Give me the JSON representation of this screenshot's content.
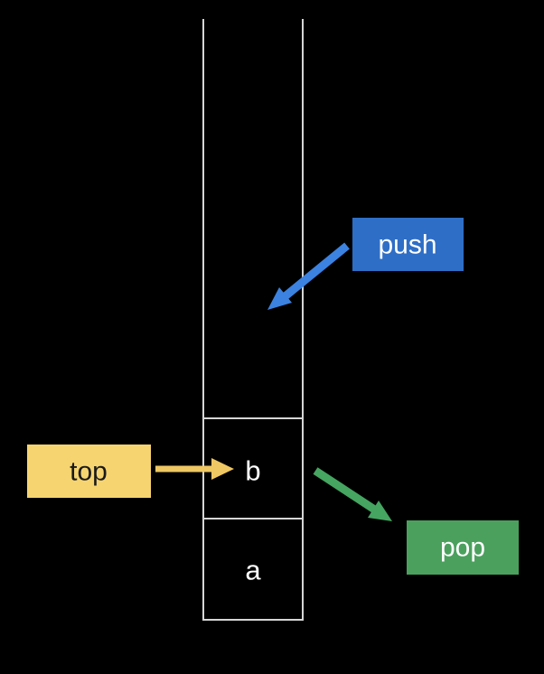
{
  "colors": {
    "background": "#000000",
    "stack_border": "#D6D6D6",
    "cell_text": "#FFFFFF",
    "top_box": "#F6D470",
    "top_text": "#1A1A1A",
    "top_arrow": "#EFC863",
    "push_box": "#2E6EC6",
    "push_text": "#FFFFFF",
    "push_arrow": "#3C82E0",
    "pop_box": "#4BA05E",
    "pop_text": "#FFFFFF",
    "pop_arrow": "#45A561"
  },
  "stack": {
    "cells": [
      "b",
      "a"
    ]
  },
  "annotations": {
    "top_label": "top",
    "push_label": "push",
    "pop_label": "pop"
  }
}
